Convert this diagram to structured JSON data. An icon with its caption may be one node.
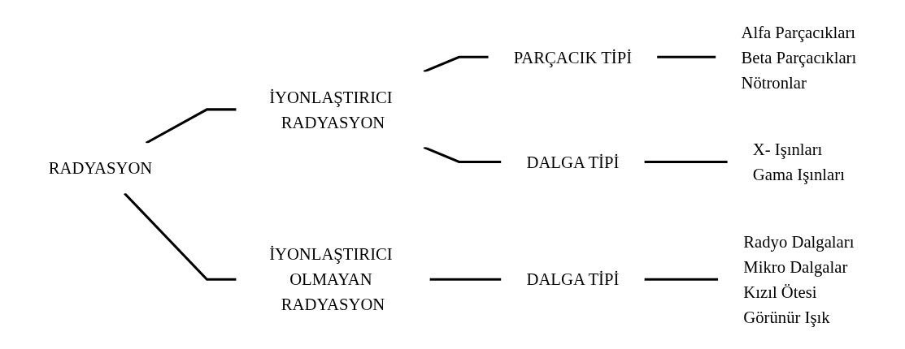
{
  "diagram": {
    "nodes": [
      {
        "text": [
          "RADYASYON"
        ]
      },
      {
        "text": [
          "İYONLAŞTIRICI RADYASYON"
        ]
      },
      {
        "text": [
          "İYONLAŞTIRICI OLMAYAN RADYASYON"
        ]
      },
      {
        "text": [
          "PARÇACIK TİPİ"
        ]
      },
      {
        "text": [
          "DALGA TİPİ"
        ]
      },
      {
        "text": [
          "DALGA TİPİ"
        ]
      },
      {
        "text": [
          "Alfa Parçacıkları",
          "Beta Parçacıkları",
          "Nötronlar"
        ]
      },
      {
        "text": [
          "X- Işınları",
          "Gama Işınları"
        ]
      },
      {
        "text": [
          "Radyo Dalgaları",
          "Mikro Dalgalar",
          "Kızıl Ötesi",
          "Görünür Işık"
        ]
      }
    ],
    "edges": [
      {
        "from": 0,
        "to": 1,
        "arrow": "none"
      },
      {
        "from": 0,
        "to": 2,
        "arrow": "none"
      },
      {
        "from": 1,
        "to": 3,
        "arrow": "none"
      },
      {
        "from": 1,
        "to": 4,
        "arrow": "none"
      },
      {
        "from": 2,
        "to": 5,
        "arrow": "none"
      },
      {
        "from": 3,
        "to": 6,
        "arrow": "none"
      },
      {
        "from": 4,
        "to": 7,
        "arrow": "none"
      },
      {
        "from": 5,
        "to": 8,
        "arrow": "none"
      }
    ]
  }
}
